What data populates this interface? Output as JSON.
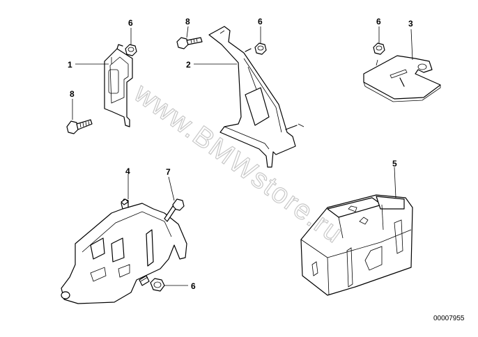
{
  "diagram": {
    "watermark": "www.BMWstore.ru",
    "document_number": "00007955",
    "callouts": [
      {
        "id": "c1",
        "label": "1"
      },
      {
        "id": "c2",
        "label": "2"
      },
      {
        "id": "c3",
        "label": "3"
      },
      {
        "id": "c4",
        "label": "4"
      },
      {
        "id": "c5",
        "label": "5"
      },
      {
        "id": "c6a",
        "label": "6"
      },
      {
        "id": "c6b",
        "label": "6"
      },
      {
        "id": "c6c",
        "label": "6"
      },
      {
        "id": "c6d",
        "label": "6"
      },
      {
        "id": "c7",
        "label": "7"
      },
      {
        "id": "c8a",
        "label": "8"
      },
      {
        "id": "c8b",
        "label": "8"
      }
    ]
  }
}
